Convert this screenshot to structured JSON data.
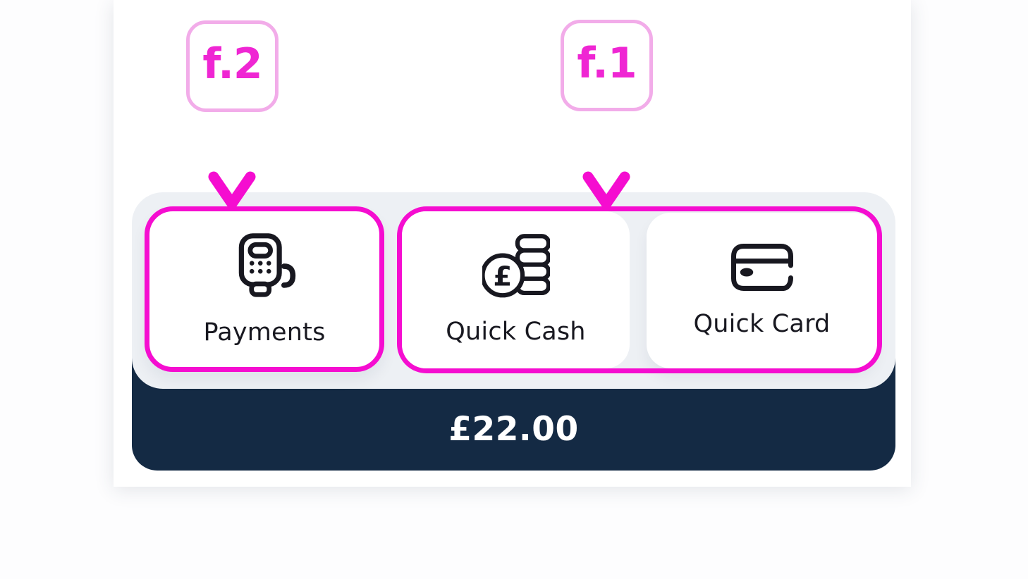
{
  "palette": {
    "magenta": "#F50DD0",
    "soft_pink": "#F2ACE9",
    "callout_text": "#EF26D3",
    "navy": "#142A44",
    "panel_gray": "#EDF0F4",
    "ink": "#181820",
    "card_white": "#FFFFFF"
  },
  "callouts": [
    {
      "label": "f.2",
      "points_to": "Payments button"
    },
    {
      "label": "f.1",
      "points_to": "Quick Cash / Quick Card button group"
    }
  ],
  "buttons": [
    {
      "label": "Payments",
      "icon": "card-terminal-icon",
      "highlighted": true
    },
    {
      "label": "Quick Cash",
      "icon": "coins-icon",
      "highlighted": true
    },
    {
      "label": "Quick Card",
      "icon": "credit-card-icon",
      "highlighted": true
    }
  ],
  "coin_currency_symbol": "£",
  "total_bar": {
    "amount": "£22.00"
  }
}
